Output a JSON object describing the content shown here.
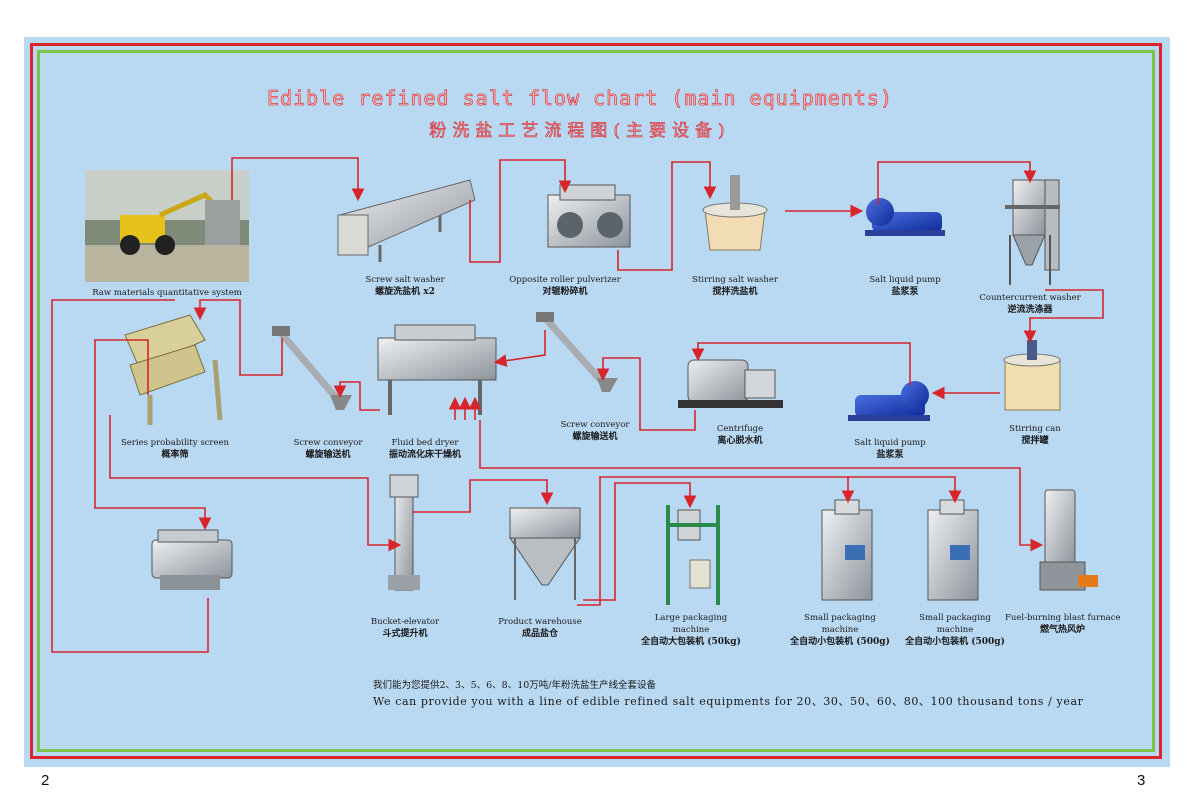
{
  "title_en": "Edible refined salt flow chart (main equipments)",
  "title_zh": "粉洗盐工艺流程图(主要设备)",
  "equipment": [
    {
      "id": "raw",
      "en": "Raw materials quantitative system",
      "zh": ""
    },
    {
      "id": "screw-washer",
      "en": "Screw salt washer",
      "zh": "螺旋洗盐机 x2"
    },
    {
      "id": "pulverizer",
      "en": "Opposite roller pulverizer",
      "zh": "对辊粉碎机"
    },
    {
      "id": "stir-washer",
      "en": "Stirring salt washer",
      "zh": "搅拌洗盐机"
    },
    {
      "id": "pump1",
      "en": "Salt liquid pump",
      "zh": "盐浆泵"
    },
    {
      "id": "countercurrent",
      "en": "Countercurrent washer",
      "zh": "逆流洗涤器"
    },
    {
      "id": "stir-can",
      "en": "Stirring can",
      "zh": "搅拌罐"
    },
    {
      "id": "pump2",
      "en": "Salt liquid pump",
      "zh": "盐浆泵"
    },
    {
      "id": "centrifuge",
      "en": "Centrifuge",
      "zh": "离心脱水机"
    },
    {
      "id": "screw-conv2",
      "en": "Screw conveyor",
      "zh": "螺旋输送机"
    },
    {
      "id": "dryer",
      "en": "Fluid bed dryer",
      "zh": "振动流化床干燥机"
    },
    {
      "id": "screw-conv1",
      "en": "Screw conveyor",
      "zh": "螺旋输送机"
    },
    {
      "id": "screen",
      "en": "Series probability screen",
      "zh": "概率筛"
    },
    {
      "id": "elevator",
      "en": "Bucket-elevator",
      "zh": "斗式提升机"
    },
    {
      "id": "warehouse",
      "en": "Product warehouse",
      "zh": "成品盐仓"
    },
    {
      "id": "large-pack",
      "en": "Large packaging machine",
      "zh": "全自动大包装机 (50kg)"
    },
    {
      "id": "small-pack1",
      "en": "Small packaging machine",
      "zh": "全自动小包装机 (500g)"
    },
    {
      "id": "small-pack2",
      "en": "Small packaging machine",
      "zh": "全自动小包装机 (500g)"
    },
    {
      "id": "furnace",
      "en": "Fuel-burning blast furnace",
      "zh": "燃气热风炉"
    }
  ],
  "note_zh": "我们能为您提供2、3、5、6、8、10万吨/年粉洗盐生产线全套设备",
  "note_en": "We can provide you with a line of edible refined salt equipments for 20、30、50、60、80、100 thousand tons / year",
  "page_left": "2",
  "page_right": "3",
  "colors": {
    "board": "#b9d9f3",
    "flow": "#d8252b",
    "frame_green": "#7cc24a"
  }
}
